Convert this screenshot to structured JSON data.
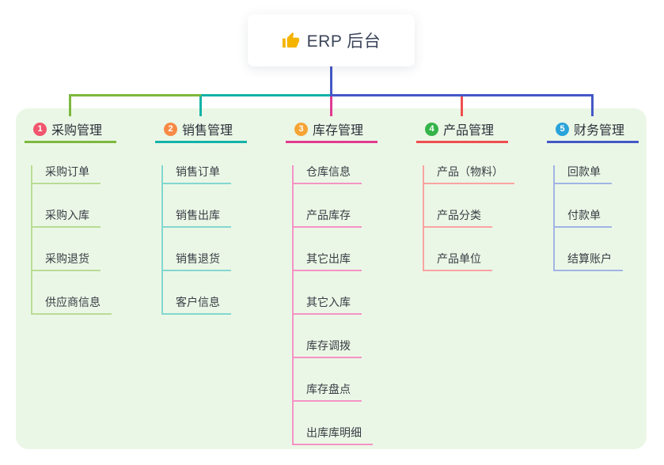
{
  "root": {
    "title": "ERP 后台",
    "icon": "thumbs-up-icon",
    "icon_color": "#f4b400"
  },
  "colors": {
    "panel_bg": "#ebf7e6",
    "root_connector": "#4458c6"
  },
  "branches": [
    {
      "badge": "1",
      "label": "采购管理",
      "badge_color": "#f0566d",
      "line_color": "#7db83e",
      "child_line_color": "#b9dc96",
      "children": [
        "采购订单",
        "采购入库",
        "采购退货",
        "供应商信息"
      ]
    },
    {
      "badge": "2",
      "label": "销售管理",
      "badge_color": "#f78a45",
      "line_color": "#13b2a9",
      "child_line_color": "#82d7d0",
      "children": [
        "销售订单",
        "销售出库",
        "销售退货",
        "客户信息"
      ]
    },
    {
      "badge": "3",
      "label": "库存管理",
      "badge_color": "#f6a436",
      "line_color": "#e13a92",
      "child_line_color": "#f493c5",
      "children": [
        "仓库信息",
        "产品库存",
        "其它出库",
        "其它入库",
        "库存调拨",
        "库存盘点",
        "出库库明细"
      ]
    },
    {
      "badge": "4",
      "label": "产品管理",
      "badge_color": "#35b44a",
      "line_color": "#f04f4f",
      "child_line_color": "#f9a3a3",
      "children": [
        "产品（物料）",
        "产品分类",
        "产品单位"
      ]
    },
    {
      "badge": "5",
      "label": "财务管理",
      "badge_color": "#2aa3da",
      "line_color": "#4458c6",
      "child_line_color": "#a0b4e4",
      "children": [
        "回款单",
        "付款单",
        "结算账户"
      ]
    }
  ]
}
